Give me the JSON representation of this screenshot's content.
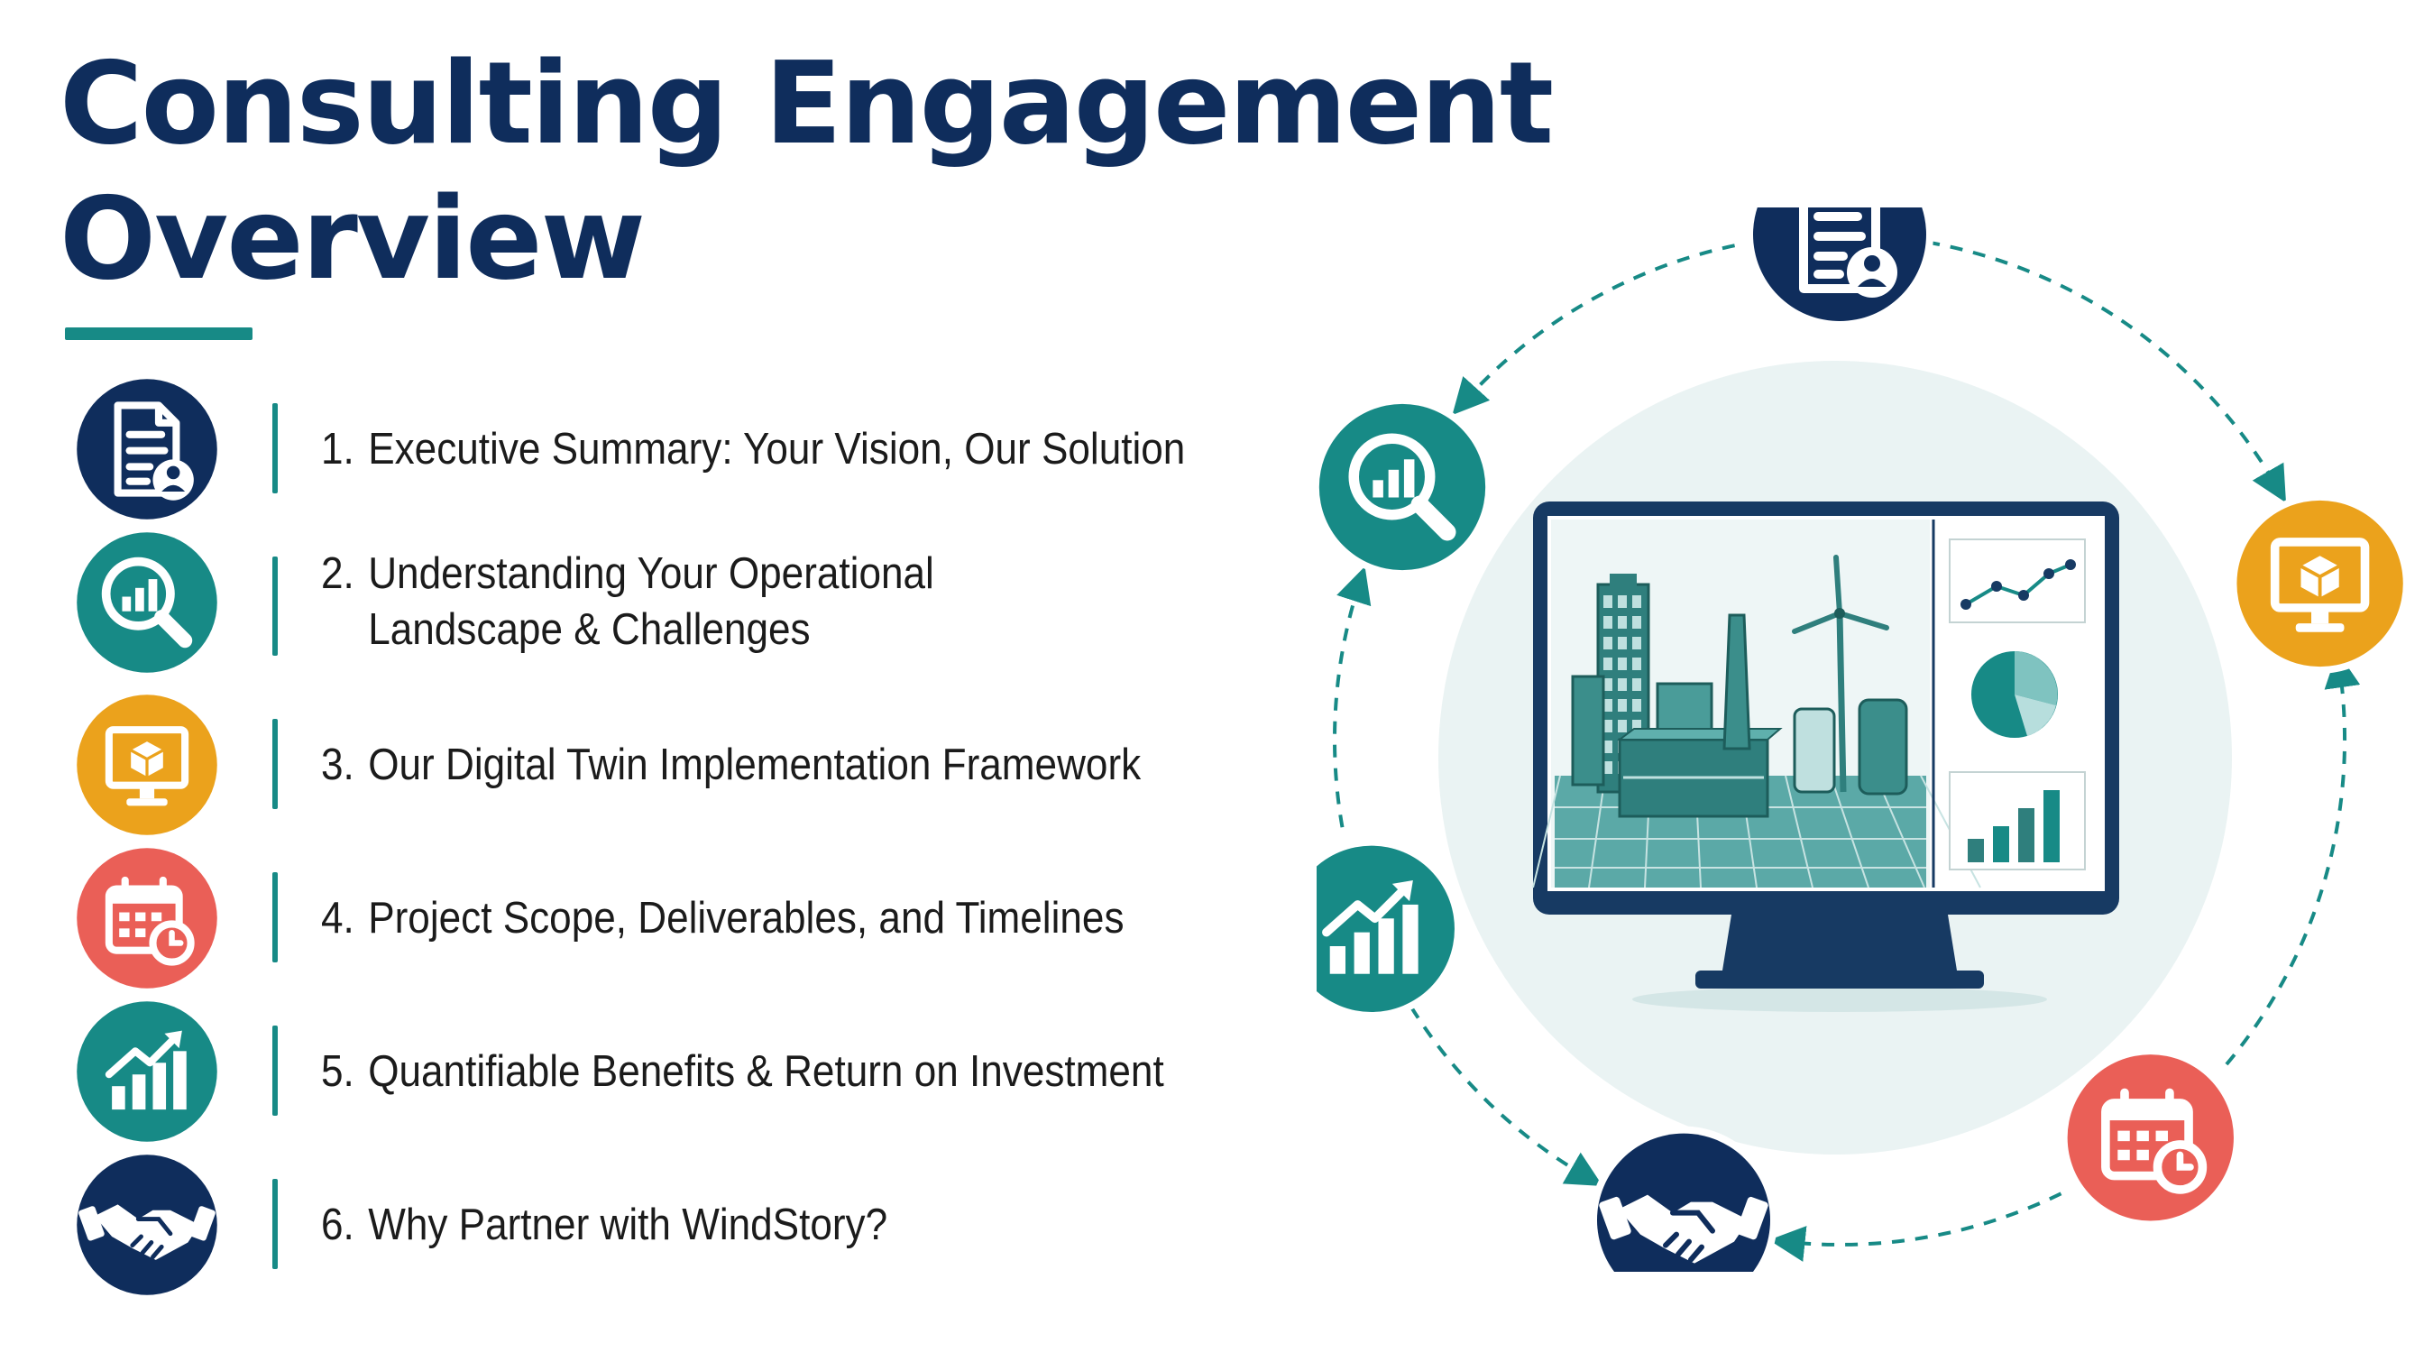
{
  "title": {
    "line1": "Consulting Engagement",
    "line2": "Overview"
  },
  "colors": {
    "navy": "#0f2d5c",
    "teal": "#178a86",
    "orange": "#eba21c",
    "coral": "#ea5f57",
    "text": "#1b1b1b"
  },
  "agenda": [
    {
      "number": "1.",
      "line1": "Executive Summary: Your Vision, Our Solution",
      "line2": "",
      "icon": "document-user-icon",
      "color": "#0f2d5c"
    },
    {
      "number": "2.",
      "line1": "Understanding Your Operational",
      "line2": "Landscape & Challenges",
      "icon": "magnifier-chart-icon",
      "color": "#178a86"
    },
    {
      "number": "3.",
      "line1": "Our Digital Twin Implementation Framework",
      "line2": "",
      "icon": "monitor-cube-icon",
      "color": "#eba21c"
    },
    {
      "number": "4.",
      "line1": "Project Scope, Deliverables, and Timelines",
      "line2": "",
      "icon": "calendar-clock-icon",
      "color": "#ea5f57"
    },
    {
      "number": "5.",
      "line1": "Quantifiable Benefits & Return on Investment",
      "line2": "",
      "icon": "growth-chart-icon",
      "color": "#178a86"
    },
    {
      "number": "6.",
      "line1": "Why Partner with WindStory?",
      "line2": "",
      "icon": "handshake-icon",
      "color": "#0f2d5c"
    }
  ],
  "cycle": {
    "nodes": [
      {
        "icon": "document-user-icon",
        "color": "#0f2d5c"
      },
      {
        "icon": "monitor-cube-icon",
        "color": "#eba21c"
      },
      {
        "icon": "calendar-clock-icon",
        "color": "#ea5f57"
      },
      {
        "icon": "handshake-icon",
        "color": "#0f2d5c"
      },
      {
        "icon": "growth-chart-icon",
        "color": "#178a86"
      },
      {
        "icon": "magnifier-chart-icon",
        "color": "#178a86"
      }
    ],
    "center_icon": "digital-twin-monitor-icon"
  }
}
